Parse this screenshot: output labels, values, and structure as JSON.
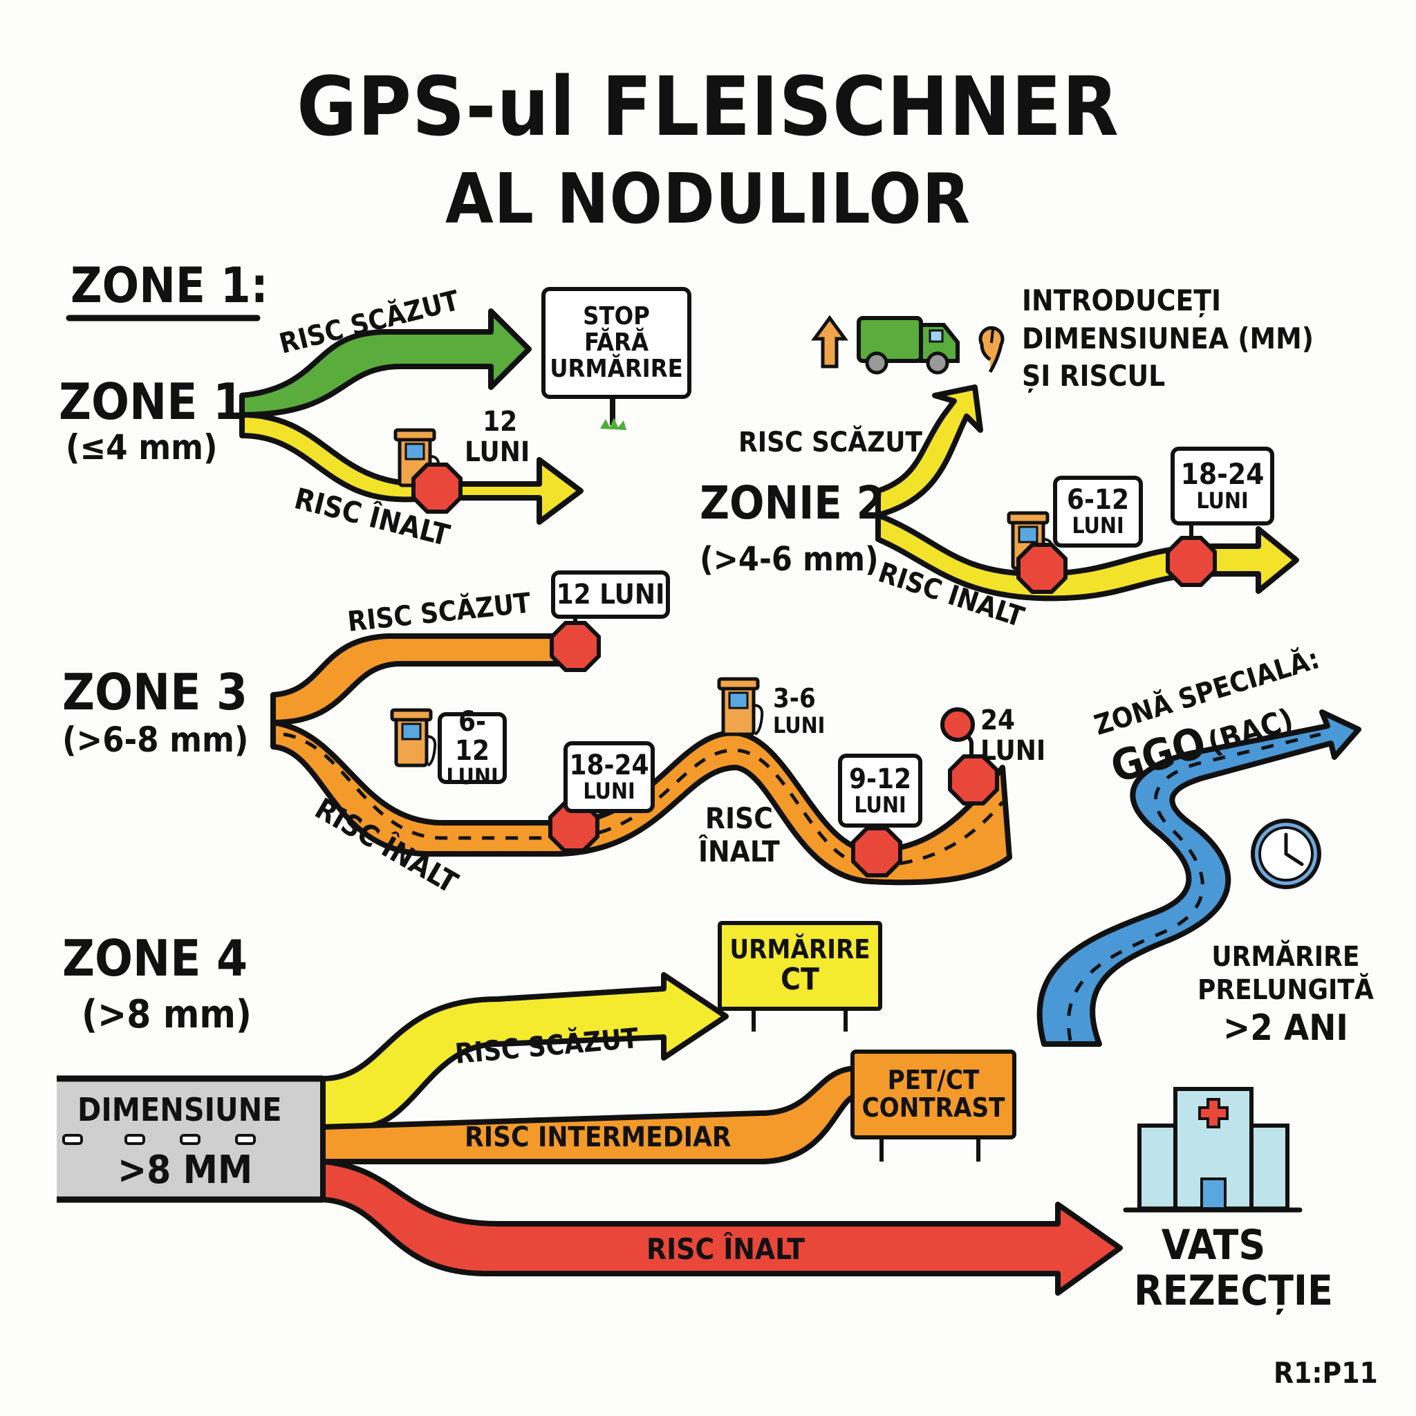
{
  "title": {
    "line1": "GPS-ul FLEISCHNER",
    "line2": "AL NODULILOR"
  },
  "legend_heading": "ZONE 1:",
  "zone1": {
    "label": "ZONE 1",
    "size": "(≤4 mm)",
    "low_risk": "RISC SCĂZUT",
    "high_risk": "RISC ÎNALT",
    "low_sign": [
      "STOP",
      "FĂRĂ",
      "URMĂRIRE"
    ],
    "high_stop": [
      "12",
      "LUNI"
    ],
    "colors": {
      "low": "#5aad3c",
      "high": "#f2e22a"
    }
  },
  "zone2": {
    "label": "ZONIE 2",
    "size": "(>4-6 mm)",
    "low_risk": "RISC SCĂZUT",
    "high_risk": "RISC ÎNALT",
    "input_prompt": [
      "INTRODUCEȚI",
      "DIMENSIUNEA (MM)",
      "ȘI  RISCUL"
    ],
    "stops": [
      {
        "value": "6-12",
        "unit": "LUNI"
      },
      {
        "value": "18-24",
        "unit": "LUNI"
      }
    ],
    "color": "#f2e22a"
  },
  "zone3": {
    "label": "ZONE 3",
    "size": "(>6-8 mm)",
    "low_risk": "RISC SCĂZUT",
    "high_risk": "RISC ÎNALT",
    "high_risk_mid": [
      "RISC",
      "ÎNALT"
    ],
    "low_stop": "12 LUNI",
    "stops": [
      {
        "value": "6-12",
        "unit": "LUNI"
      },
      {
        "value": "18-24",
        "unit": "LUNI"
      },
      {
        "value": "3-6",
        "unit": "LUNI"
      },
      {
        "value": "9-12",
        "unit": "LUNI"
      },
      {
        "value": "24",
        "unit": "LUNI"
      }
    ],
    "color": "#f39a2a"
  },
  "special": {
    "heading": "ZONĂ SPECIALĂ:",
    "name": "GGO",
    "qualifier": "(BAC)",
    "note": [
      "URMĂRIRE",
      "PRELUNGITĂ",
      ">2 ANI"
    ],
    "color": "#4a98d6"
  },
  "zone4": {
    "label": "ZONE 4",
    "size": "(>8 mm)",
    "road_label": [
      "DIMENSIUNE",
      ">8 MM"
    ],
    "low_risk": "RISC SCĂZUT",
    "mid_risk": "RISC INTERMEDIAR",
    "high_risk": "RISC ÎNALT",
    "low_sign": [
      "URMĂRIRE",
      "CT"
    ],
    "mid_sign": [
      "PET/CT",
      "CONTRAST"
    ],
    "high_dest": [
      "VATS",
      "REZECȚIE"
    ],
    "colors": {
      "low": "#f4ea2e",
      "mid": "#f39a2a",
      "high": "#e9473a",
      "road": "#cfcfcf"
    }
  },
  "footer": {
    "ref": "R1:P11"
  }
}
